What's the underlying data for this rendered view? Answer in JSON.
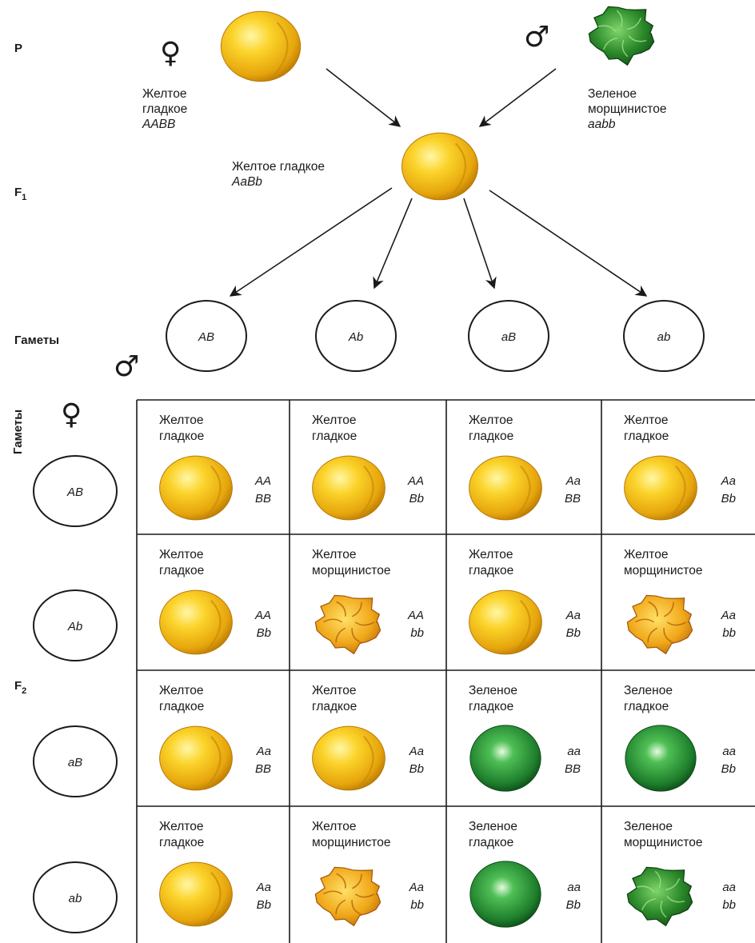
{
  "generations": {
    "p": "P",
    "f1": "F",
    "f1_sub": "1",
    "f2": "F",
    "f2_sub": "2"
  },
  "symbols": {
    "female": "♀",
    "male": "♂"
  },
  "parents": {
    "female": {
      "phenotype_line1": "Желтое",
      "phenotype_line2": "гладкое",
      "genotype": "AABB",
      "pea": "yellow-smooth"
    },
    "male": {
      "phenotype_line1": "Зеленое",
      "phenotype_line2": "морщинистое",
      "genotype": "aabb",
      "pea": "green-wrinkled"
    }
  },
  "f1": {
    "phenotype": "Желтое гладкое",
    "genotype": "AaBb",
    "pea": "yellow-smooth"
  },
  "gametes_label": "Гаметы",
  "male_gametes": [
    "AB",
    "Ab",
    "aB",
    "ab"
  ],
  "female_gametes": [
    "AB",
    "Ab",
    "aB",
    "ab"
  ],
  "punnett": [
    [
      {
        "line1": "Желтое",
        "line2": "гладкое",
        "g1": "AA",
        "g2": "BB",
        "pea": "yellow-smooth"
      },
      {
        "line1": "Желтое",
        "line2": "гладкое",
        "g1": "AA",
        "g2": "Bb",
        "pea": "yellow-smooth"
      },
      {
        "line1": "Желтое",
        "line2": "гладкое",
        "g1": "Aa",
        "g2": "BB",
        "pea": "yellow-smooth"
      },
      {
        "line1": "Желтое",
        "line2": "гладкое",
        "g1": "Aa",
        "g2": "Bb",
        "pea": "yellow-smooth"
      }
    ],
    [
      {
        "line1": "Желтое",
        "line2": "гладкое",
        "g1": "AA",
        "g2": "Bb",
        "pea": "yellow-smooth"
      },
      {
        "line1": "Желтое",
        "line2": "морщинистое",
        "g1": "AA",
        "g2": "bb",
        "pea": "yellow-wrinkled"
      },
      {
        "line1": "Желтое",
        "line2": "гладкое",
        "g1": "Aa",
        "g2": "Bb",
        "pea": "yellow-smooth"
      },
      {
        "line1": "Желтое",
        "line2": "морщинистое",
        "g1": "Aa",
        "g2": "bb",
        "pea": "yellow-wrinkled"
      }
    ],
    [
      {
        "line1": "Желтое",
        "line2": "гладкое",
        "g1": "Aa",
        "g2": "BB",
        "pea": "yellow-smooth"
      },
      {
        "line1": "Желтое",
        "line2": "гладкое",
        "g1": "Aa",
        "g2": "Bb",
        "pea": "yellow-smooth"
      },
      {
        "line1": "Зеленое",
        "line2": "гладкое",
        "g1": "aa",
        "g2": "BB",
        "pea": "green-smooth"
      },
      {
        "line1": "Зеленое",
        "line2": "гладкое",
        "g1": "aa",
        "g2": "Bb",
        "pea": "green-smooth"
      }
    ],
    [
      {
        "line1": "Желтое",
        "line2": "гладкое",
        "g1": "Aa",
        "g2": "Bb",
        "pea": "yellow-smooth"
      },
      {
        "line1": "Желтое",
        "line2": "морщинистое",
        "g1": "Aa",
        "g2": "bb",
        "pea": "yellow-wrinkled"
      },
      {
        "line1": "Зеленое",
        "line2": "гладкое",
        "g1": "aa",
        "g2": "Bb",
        "pea": "green-smooth"
      },
      {
        "line1": "Зеленое",
        "line2": "морщинистое",
        "g1": "aa",
        "g2": "bb",
        "pea": "green-wrinkled"
      }
    ]
  ],
  "colors": {
    "yellow_light": "#fff59a",
    "yellow_mid": "#f7c51e",
    "yellow_dark": "#c98a07",
    "green_light": "#d9f5d0",
    "green_mid": "#2f9a3a",
    "green_dark": "#0d4d19",
    "ink": "#1a1a1a"
  }
}
